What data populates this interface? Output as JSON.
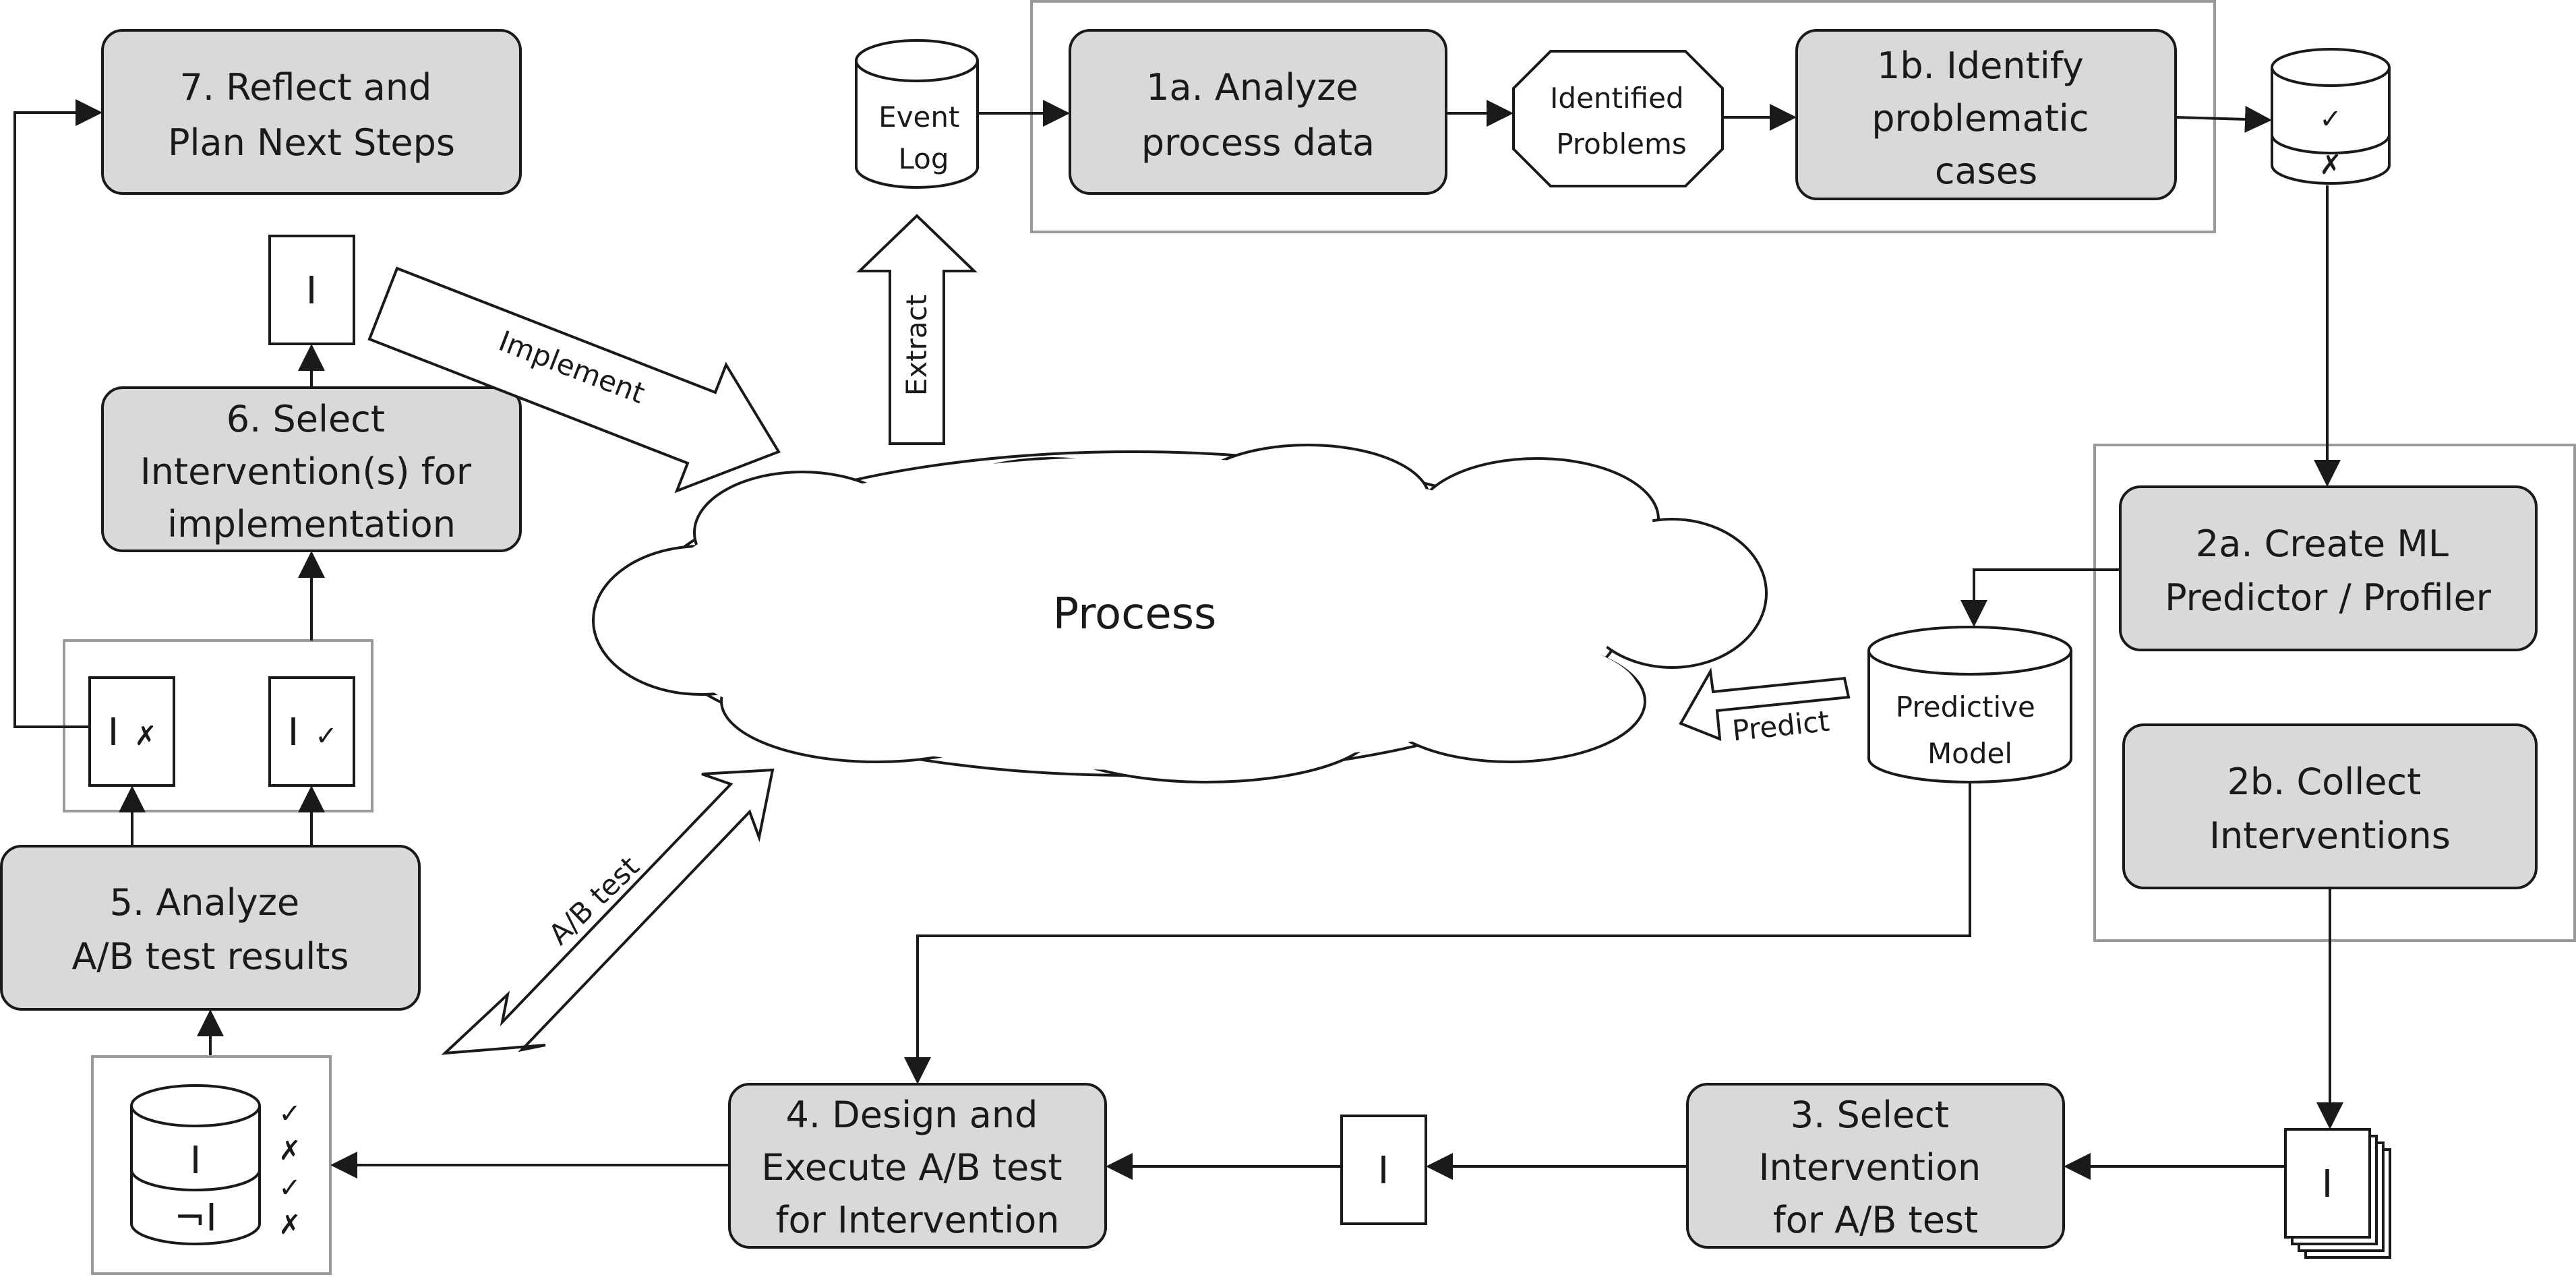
{
  "steps": {
    "analyze": "1a. Analyze process data",
    "identify": "1b. Identify problematic cases",
    "create_ml": "2a. Create ML Predictor / Profiler",
    "collect": "2b. Collect Interventions",
    "select_ab": "3. Select Intervention for A/B test",
    "design": "4. Design and Execute A/B test for Intervention",
    "analyze_ab": "5. Analyze A/B test results",
    "select_impl": "6. Select Intervention(s) for implementation",
    "reflect": "7. Reflect and Plan Next Steps"
  },
  "labels": {
    "event_log": "Event Log",
    "identified_problems": "Identified Problems",
    "predictive_model": "Predictive Model",
    "process": "Process",
    "extract": "Extract",
    "implement": "Implement",
    "predict": "Predict",
    "ab_test": "A/B test"
  },
  "symbols": {
    "intervention": "I",
    "not_intervention": "¬I",
    "check": "✓",
    "cross": "✗"
  }
}
